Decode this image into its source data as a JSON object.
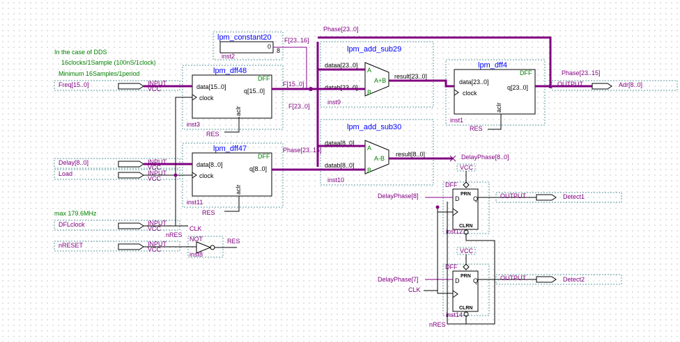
{
  "notes": {
    "dds_title": "In the case of DDS",
    "dds_line1": "16clocks/1Sample  (100nS/1clock)",
    "dds_line2": "Minimum 16Samples/1period",
    "max_freq": "max 179.6MHz"
  },
  "ports": {
    "freq": "Freq[15..0]",
    "delay": "Delay[8..0]",
    "load": "Load",
    "dflclock": "DFLclock",
    "nreset": "nRESET",
    "adr": "Adr[8..0]",
    "detect1": "Detect1",
    "detect2": "Detect2",
    "input_label": "INPUT",
    "vcc_label": "VCC",
    "output_label": "OUTPUT"
  },
  "blocks": {
    "const20": {
      "name": "lpm_constant20",
      "inst": "inst2",
      "val0": "0",
      "val8": "8"
    },
    "dff48": {
      "name": "lpm_dff48",
      "inst": "inst3",
      "type": "DFF",
      "data": "data[15..0]",
      "clock": "clock",
      "q": "q[15..0]",
      "aclr": "aclr"
    },
    "dff47": {
      "name": "lpm_dff47",
      "inst": "inst11",
      "type": "DFF",
      "data": "data[8..0]",
      "clock": "clock",
      "q": "q[8..0]",
      "aclr": "aclr"
    },
    "add29": {
      "name": "lpm_add_sub29",
      "inst": "inst9",
      "dataa": "dataa[23..0]",
      "datab": "datab[23..0]",
      "A": "A",
      "B": "B",
      "op": "A+B",
      "result": "result[23..0]"
    },
    "add30": {
      "name": "lpm_add_sub30",
      "inst": "inst10",
      "dataa": "dataa[8..0]",
      "datab": "datab[8..0]",
      "A": "A",
      "B": "B",
      "op": "A-B",
      "result": "result[8..0]"
    },
    "dff4": {
      "name": "lpm_dff4",
      "inst": "inst1",
      "type": "DFF",
      "data": "data[23..0]",
      "clock": "clock",
      "q": "q[23..0]",
      "aclr": "aclr"
    },
    "ff12": {
      "inst": "inst12",
      "type": "DFF",
      "prn": "PRN",
      "clrn": "CLRN",
      "d": "D",
      "q": "Q",
      "vcc": "VCC"
    },
    "ff14": {
      "inst": "inst14",
      "type": "DFF",
      "prn": "PRN",
      "clrn": "CLRN",
      "d": "D",
      "q": "Q",
      "vcc": "VCC"
    },
    "not8": {
      "type": "NOT",
      "inst": "inst8"
    }
  },
  "nets": {
    "phase_top": "Phase[23..0]",
    "f_23_16": "F[23..16]",
    "f_15_0": "F[15..0]",
    "f_23_0": "F[23..0]",
    "phase_23_15_left": "Phase[23..15]",
    "phase_23_15_right": "Phase[23..15]",
    "delayphase": "DelayPhase[8..0]",
    "delayphase8": "DelayPhase[8]",
    "delayphase7": "DelayPhase[7]",
    "clk": "CLK",
    "clk2": "CLK",
    "res": "RES",
    "res1": "RES",
    "res2": "RES",
    "res3": "RES",
    "nres": "nRES",
    "nres2": "nRES"
  },
  "colors": {
    "bus": "#800080",
    "port": "#800080",
    "title": "#0000ff",
    "note": "#008000",
    "box": "#000000",
    "group": "#5f9ea0"
  }
}
